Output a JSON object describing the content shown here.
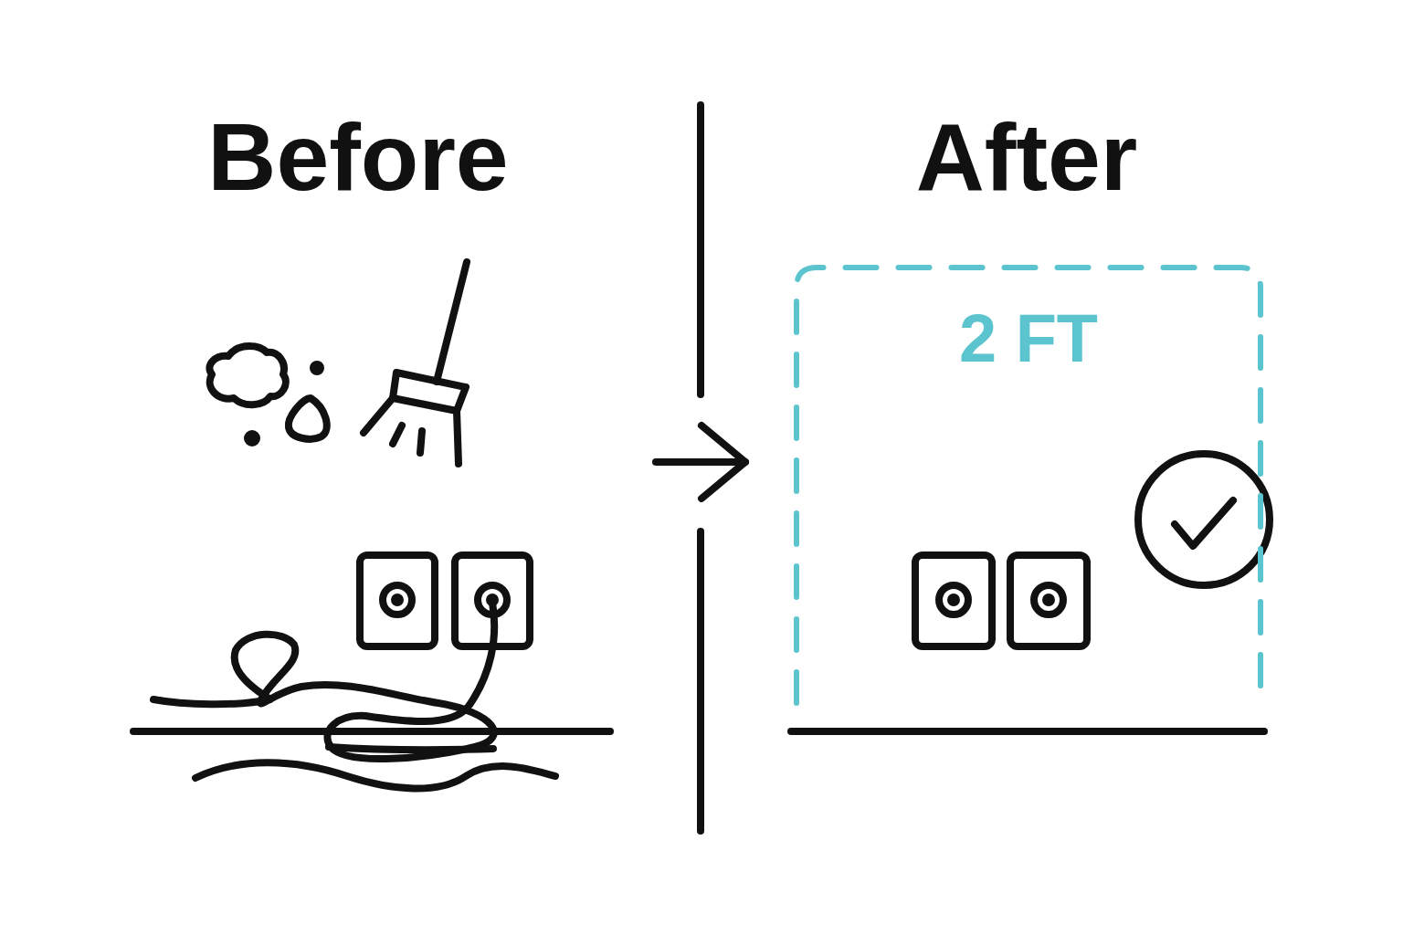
{
  "diagram": {
    "nodes": [
      {
        "text": [
          "2 FT"
        ]
      }
    ],
    "labels": [
      "Before",
      "After"
    ]
  }
}
